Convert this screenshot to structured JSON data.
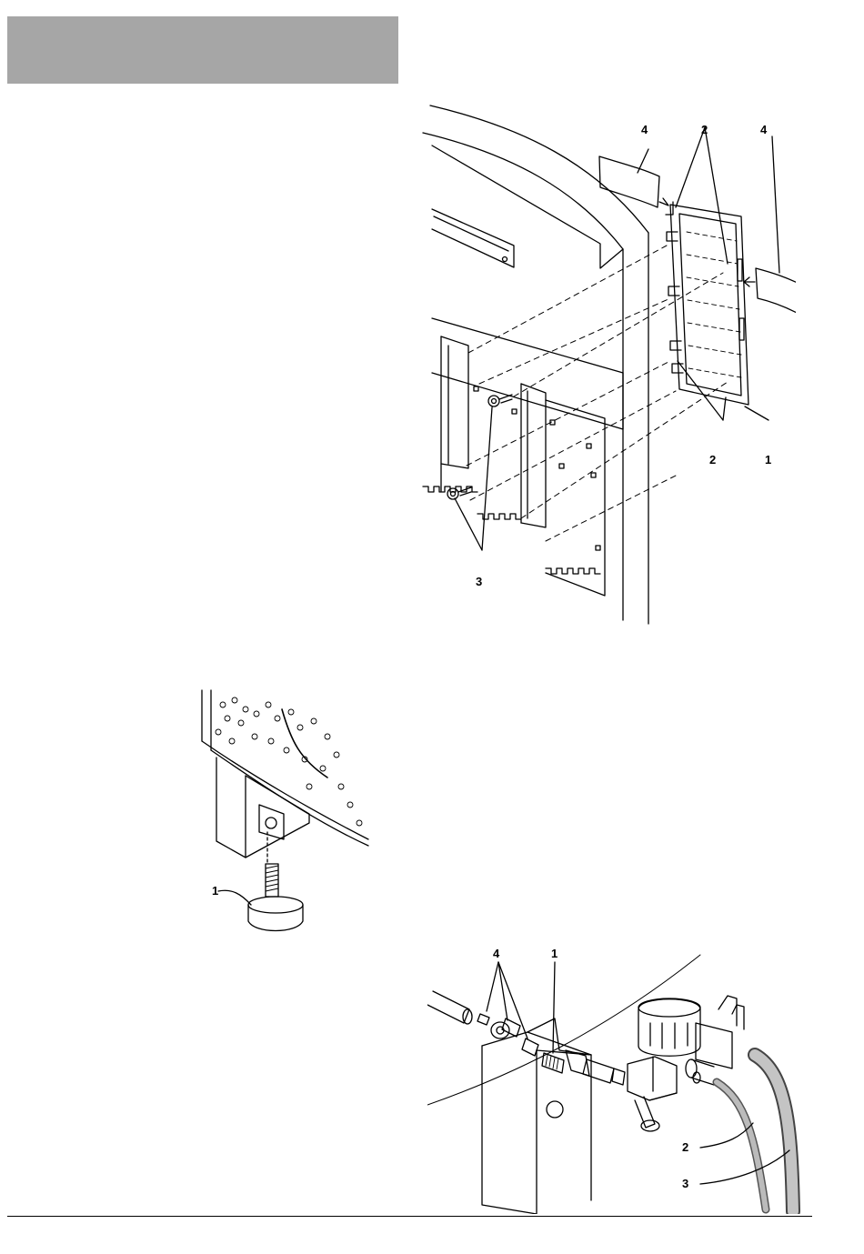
{
  "figures": {
    "front_panel": {
      "callouts": [
        "4",
        "2",
        "4",
        "2",
        "1",
        "3"
      ]
    },
    "foot": {
      "callouts": [
        "1"
      ]
    },
    "valve": {
      "callouts": [
        "4",
        "1",
        "2",
        "3"
      ]
    }
  }
}
